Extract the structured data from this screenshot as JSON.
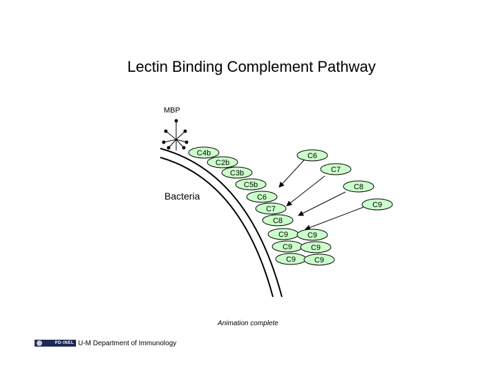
{
  "title": "Lectin Binding Complement Pathway",
  "labels": {
    "mbp": "MBP",
    "bacteria": "Bacteria"
  },
  "membrane_components": [
    "C4b",
    "C2b",
    "C3b",
    "C5b",
    "C6",
    "C7",
    "C8",
    "C9",
    "C9",
    "C9",
    "C9",
    "C9",
    "C9"
  ],
  "incoming_components": [
    "C6",
    "C7",
    "C8",
    "C9"
  ],
  "status": "Animation complete",
  "footer": {
    "logo_text": "PD-INEL",
    "department": "U-M Department of Immunology"
  },
  "colors": {
    "component_fill": "#ccffcc",
    "outline": "#000000"
  }
}
